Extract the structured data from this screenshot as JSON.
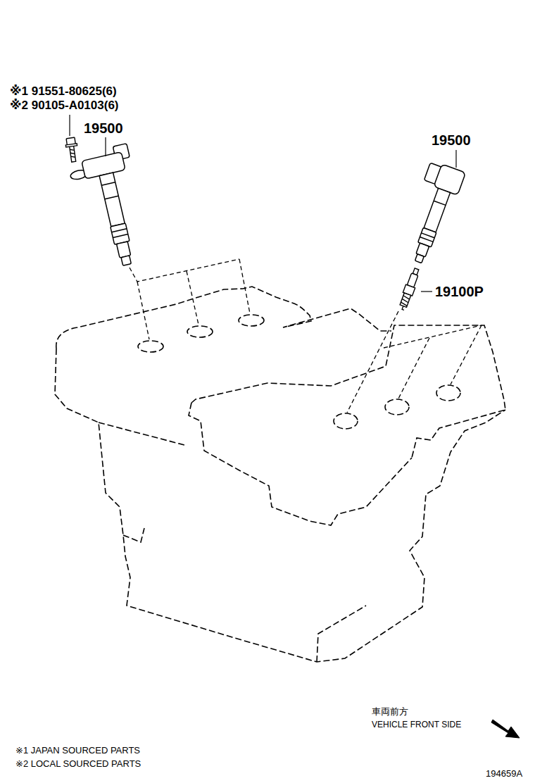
{
  "diagram": {
    "labels": [
      "※1 91551-80625(6)",
      "※2 90105-A0103(6)",
      "19500",
      "19500",
      "19100P",
      "車両前方",
      "VEHICLE FRONT SIDE",
      "※1 JAPAN SOURCED PARTS",
      "※2 LOCAL SOURCED PARTS",
      "194659A"
    ]
  }
}
